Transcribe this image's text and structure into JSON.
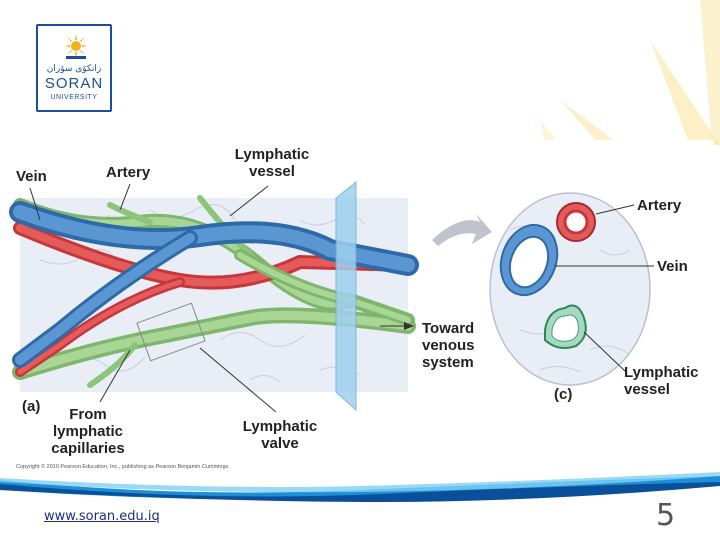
{
  "logo": {
    "arabic": "زانكۆی سۆران",
    "name": "SORAN",
    "sub": "UNIVERSITY"
  },
  "diagram": {
    "labels": {
      "vein": "Vein",
      "artery": "Artery",
      "lymphatic_vessel_line1": "Lymphatic",
      "lymphatic_vessel_line2": "vessel",
      "toward_line1": "Toward",
      "toward_line2": "venous",
      "toward_line3": "system",
      "panel_a": "(a)",
      "from_line1": "From",
      "from_line2": "lymphatic",
      "from_line3": "capillaries",
      "valve_line1": "Lymphatic",
      "valve_line2": "valve",
      "c_artery": "Artery",
      "c_vein": "Vein",
      "c_lymph_line1": "Lymphatic",
      "c_lymph_line2": "vessel",
      "panel_c": "(c)"
    },
    "copyright": "Copyright © 2010 Pearson Education, Inc., publishing as Pearson Benjamin Cummings.",
    "colors": {
      "vein": "#4a86c5",
      "artery": "#e0484a",
      "lymphatic": "#8cc47a",
      "tissue": "#e8ecf5"
    }
  },
  "footer": {
    "url": "www.soran.edu.iq",
    "page_number": "5"
  }
}
